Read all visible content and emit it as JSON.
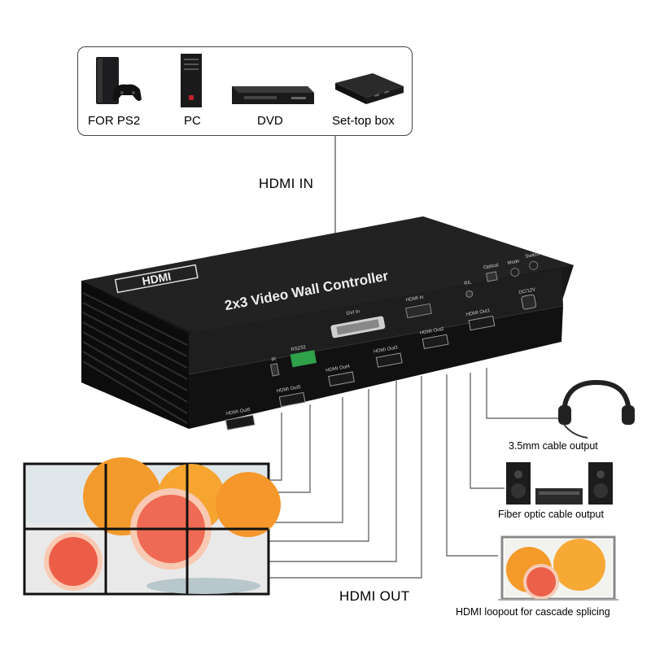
{
  "sources": {
    "items": [
      {
        "label": "FOR PS2",
        "icon": "game-console-icon"
      },
      {
        "label": "PC",
        "icon": "pc-tower-icon"
      },
      {
        "label": "DVD",
        "icon": "dvd-player-icon"
      },
      {
        "label": "Set-top  box",
        "icon": "set-top-box-icon"
      }
    ]
  },
  "labels": {
    "hdmi_in": "HDMI  IN",
    "hdmi_out": "HDMI OUT"
  },
  "device": {
    "logo": "HDMI",
    "title": "2x3 Video Wall Controller",
    "top_ports": [
      "R/L",
      "Optical",
      "Mode",
      "Switch",
      "HDMI In",
      "DVI In",
      "DC/12V"
    ],
    "front_labels": [
      "IR",
      "RS232",
      "HDMI Out1",
      "HDMI Out2",
      "HDMI Out3",
      "HDMI Out4",
      "HDMI Out5",
      "HDMI Out6"
    ]
  },
  "outputs": {
    "headphones": "3.5mm cable output",
    "speakers": "Fiber optic cable output",
    "loopout": "HDMI loopout for cascade splicing"
  },
  "colors": {
    "device_body": "#141414",
    "line": "#555555",
    "grapefruit": "#f08a3a"
  }
}
